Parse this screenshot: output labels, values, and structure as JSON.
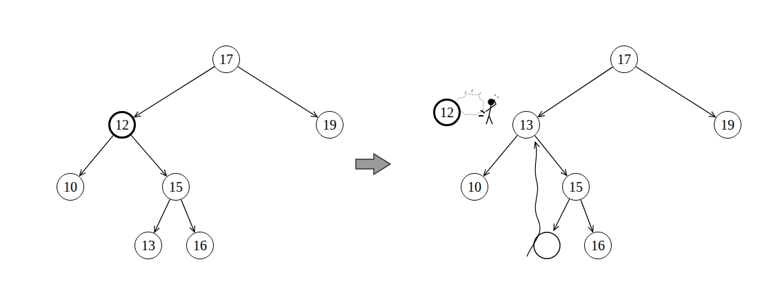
{
  "diagram": {
    "nodes": [
      {
        "text": [
          "17"
        ]
      },
      {
        "text": [
          "12"
        ]
      },
      {
        "text": [
          "19"
        ]
      },
      {
        "text": [
          "10"
        ]
      },
      {
        "text": [
          "15"
        ]
      },
      {
        "text": [
          "13"
        ]
      },
      {
        "text": [
          "16"
        ]
      },
      {
        "text": [
          "12"
        ]
      },
      {
        "text": [
          "17"
        ]
      },
      {
        "text": [
          "13"
        ]
      },
      {
        "text": [
          "19"
        ]
      },
      {
        "text": [
          "10"
        ]
      },
      {
        "text": [
          "15"
        ]
      },
      {
        "text": [
          "16"
        ]
      }
    ],
    "edges": [
      {
        "from": 0,
        "to": 1,
        "arrow": "to"
      },
      {
        "from": 0,
        "to": 2,
        "arrow": "to"
      },
      {
        "from": 1,
        "to": 3,
        "arrow": "to"
      },
      {
        "from": 1,
        "to": 4,
        "arrow": "to"
      },
      {
        "from": 4,
        "to": 5,
        "arrow": "to"
      },
      {
        "from": 4,
        "to": 6,
        "arrow": "to"
      },
      {
        "from": 8,
        "to": 9,
        "arrow": "to"
      },
      {
        "from": 8,
        "to": 10,
        "arrow": "to"
      },
      {
        "from": 9,
        "to": 11,
        "arrow": "to"
      },
      {
        "from": 9,
        "to": 12,
        "arrow": "to"
      },
      {
        "from": 12,
        "to": 13,
        "arrow": "to"
      }
    ]
  }
}
